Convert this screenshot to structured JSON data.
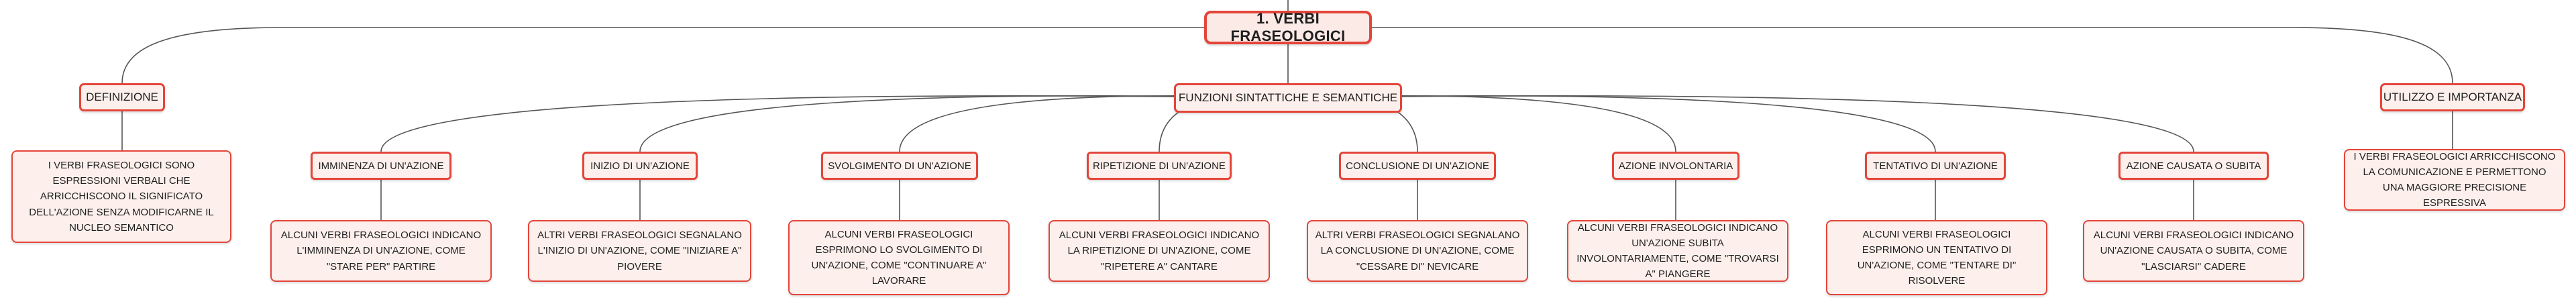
{
  "colors": {
    "accent": "#e4453a",
    "fill": "#fdf0ec",
    "line": "#555555"
  },
  "root": {
    "label": "1. VERBI FRASEOLOGICI"
  },
  "definizione": {
    "label": "DEFINIZIONE",
    "text": "I VERBI FRASEOLOGICI SONO ESPRESSIONI VERBALI CHE ARRICCHISCONO IL SIGNIFICATO DELL'AZIONE SENZA MODIFICARNE IL NUCLEO SEMANTICO"
  },
  "funzioni": {
    "label": "FUNZIONI SINTATTICHE E SEMANTICHE",
    "items": [
      {
        "label": "IMMINENZA DI UN'AZIONE",
        "text": "ALCUNI VERBI FRASEOLOGICI INDICANO L'IMMINENZA DI UN'AZIONE, COME \"STARE PER\" PARTIRE"
      },
      {
        "label": "INIZIO DI UN'AZIONE",
        "text": "ALTRI VERBI FRASEOLOGICI SEGNALANO L'INIZIO DI UN'AZIONE, COME \"INIZIARE A\" PIOVERE"
      },
      {
        "label": "SVOLGIMENTO DI UN'AZIONE",
        "text": "ALCUNI VERBI FRASEOLOGICI ESPRIMONO LO SVOLGIMENTO DI UN'AZIONE, COME \"CONTINUARE A\" LAVORARE"
      },
      {
        "label": "RIPETIZIONE DI UN'AZIONE",
        "text": "ALCUNI VERBI FRASEOLOGICI INDICANO LA RIPETIZIONE DI UN'AZIONE, COME \"RIPETERE A\" CANTARE"
      },
      {
        "label": "CONCLUSIONE DI UN'AZIONE",
        "text": "ALTRI VERBI FRASEOLOGICI SEGNALANO LA CONCLUSIONE DI UN'AZIONE, COME \"CESSARE DI\" NEVICARE"
      },
      {
        "label": "AZIONE INVOLONTARIA",
        "text": "ALCUNI VERBI FRASEOLOGICI INDICANO UN'AZIONE SUBITA INVOLONTARIAMENTE, COME \"TROVARSI A\" PIANGERE"
      },
      {
        "label": "TENTATIVO DI UN'AZIONE",
        "text": "ALCUNI VERBI FRASEOLOGICI ESPRIMONO UN TENTATIVO DI UN'AZIONE, COME \"TENTARE DI\" RISOLVERE"
      },
      {
        "label": "AZIONE CAUSATA O SUBITA",
        "text": "ALCUNI VERBI FRASEOLOGICI INDICANO UN'AZIONE CAUSATA O SUBITA, COME \"LASCIARSI\" CADERE"
      }
    ]
  },
  "utilizzo": {
    "label": "UTILIZZO E IMPORTANZA",
    "text": "I VERBI FRASEOLOGICI ARRICCHISCONO LA COMUNICAZIONE E PERMETTONO UNA MAGGIORE PRECISIONE ESPRESSIVA"
  }
}
